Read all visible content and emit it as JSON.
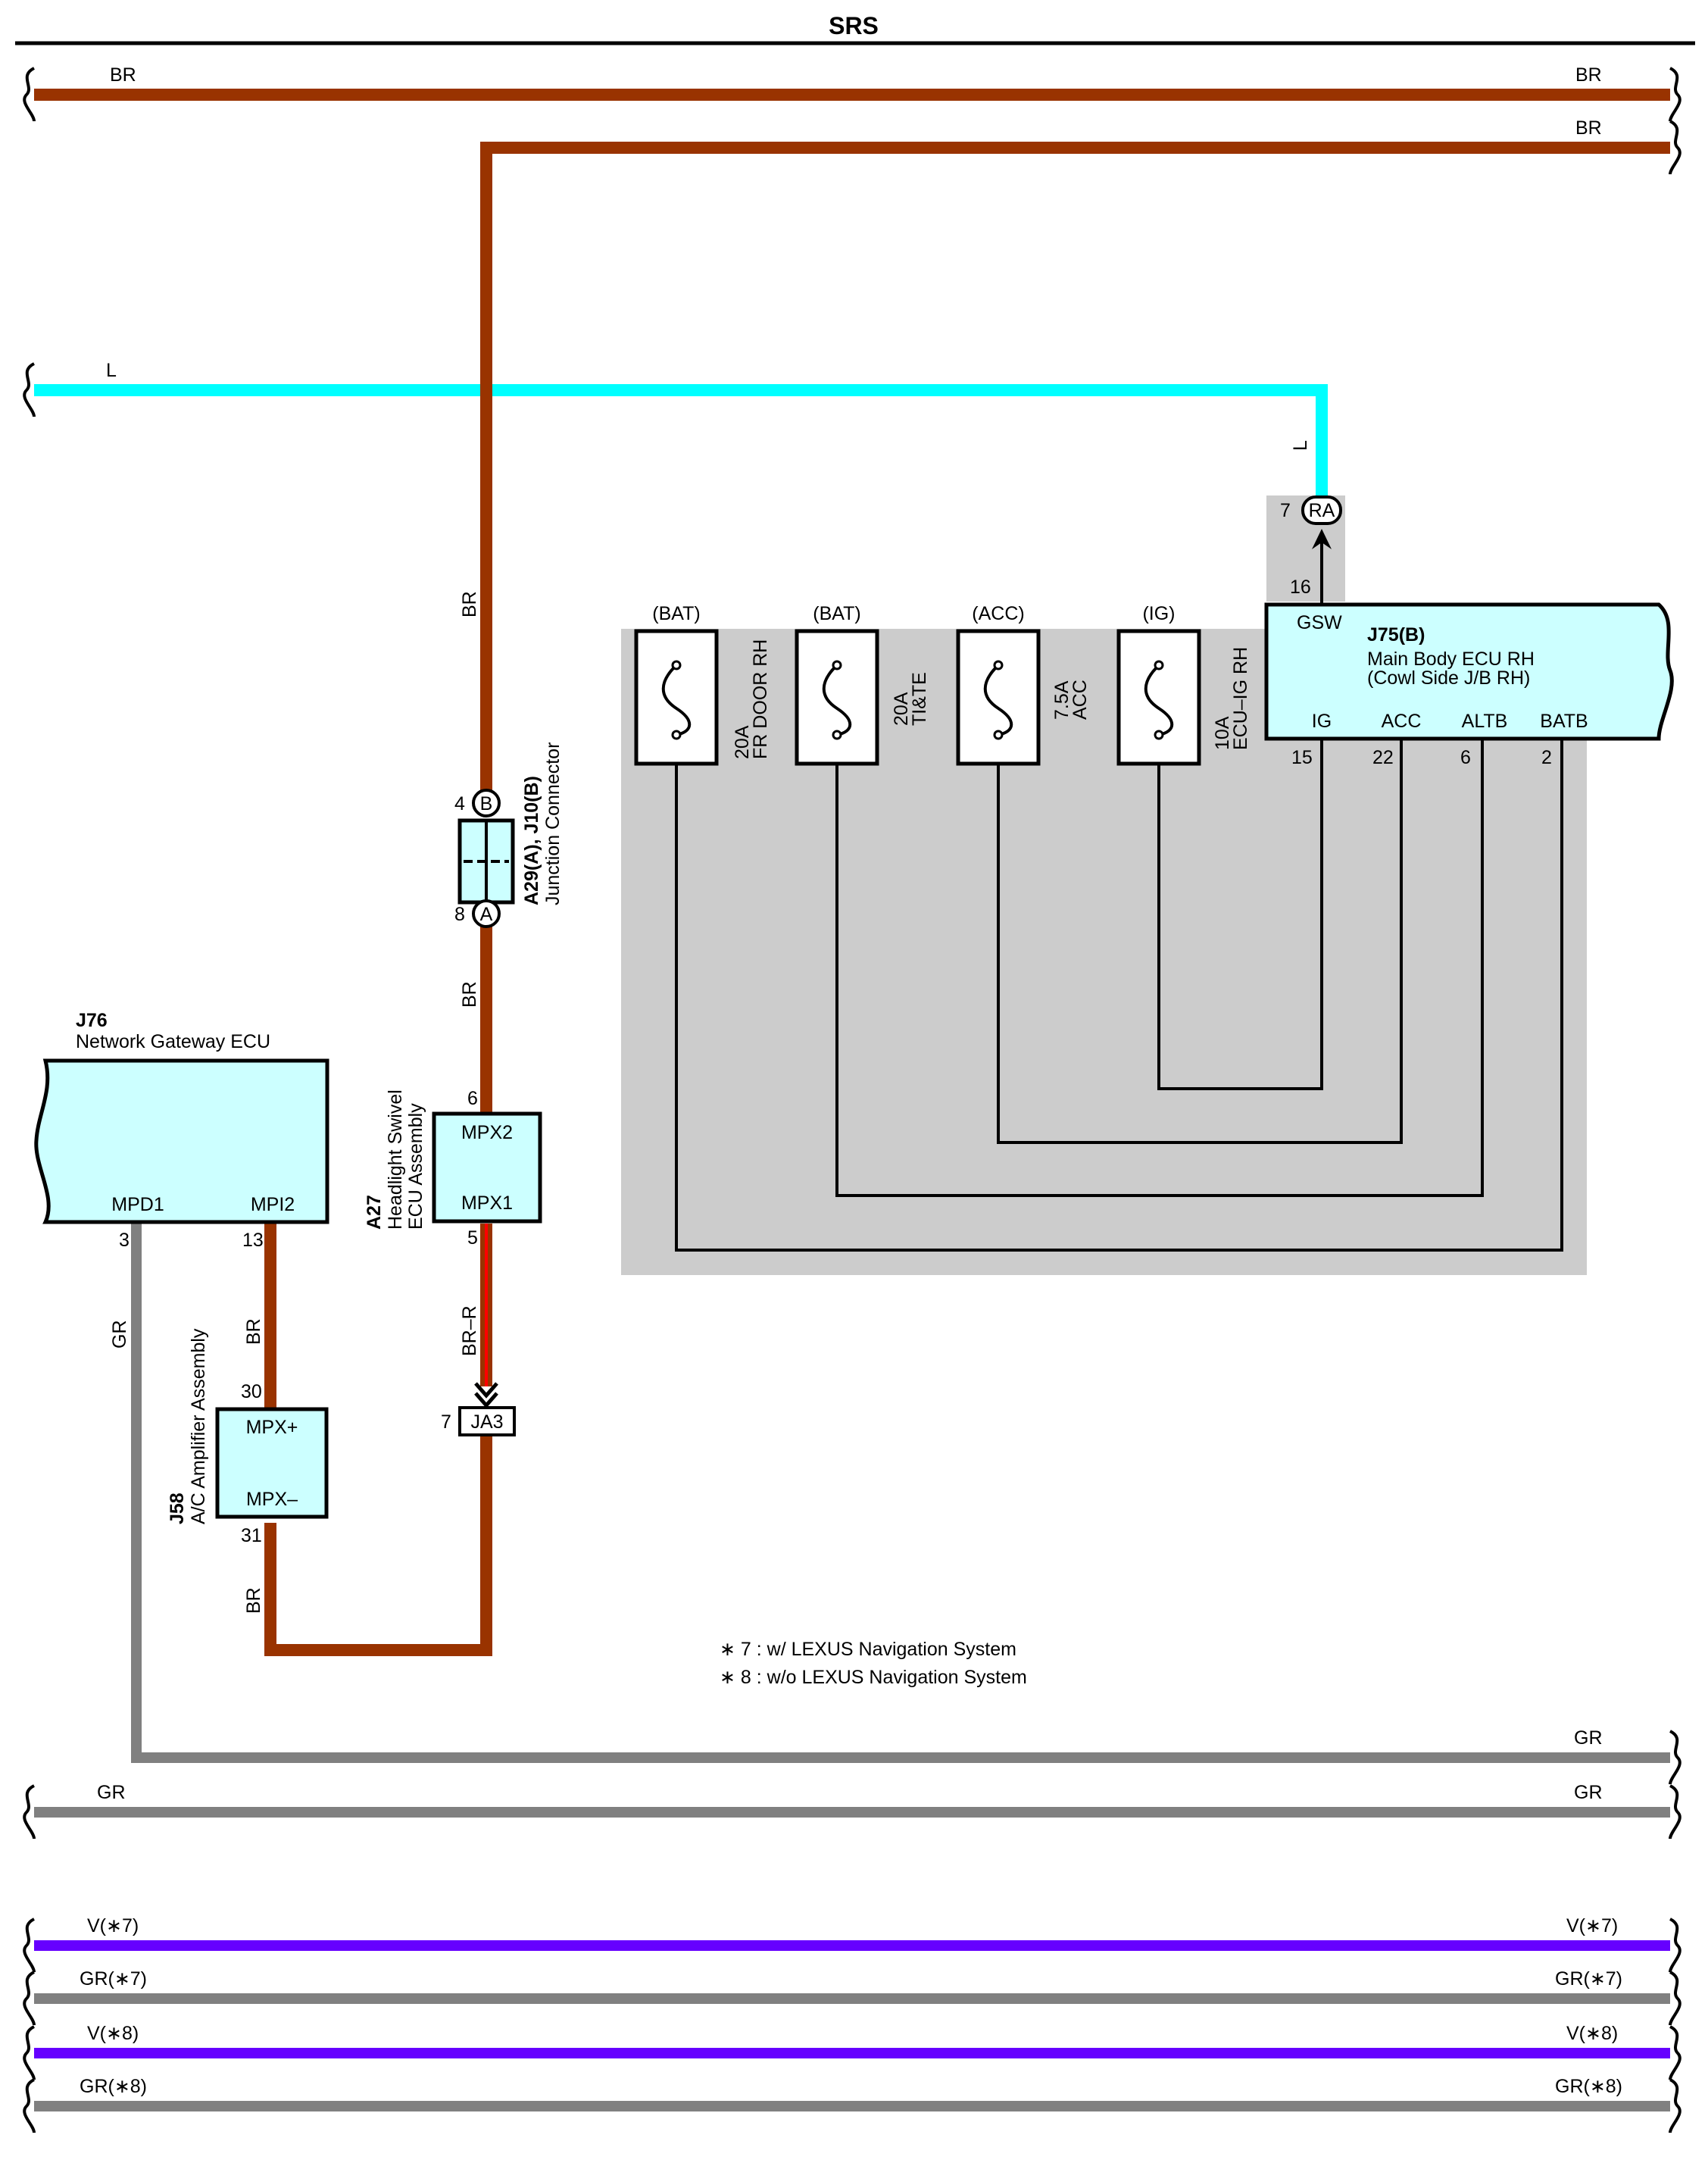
{
  "title": "SRS",
  "colors": {
    "BR": "#993300",
    "L": "#00ffff",
    "GR": "#808080",
    "V": "#6600ff",
    "box_fill": "#ccffff",
    "jb_shade": "#cccccc",
    "br_r_stripe": "#ff0000"
  },
  "wires": {
    "top_br_left": "BR",
    "top_br_right": "BR",
    "second_br_right": "BR",
    "l_left": "L",
    "l_drop": "L",
    "br_vertical_upper": "BR",
    "br_vertical_lower": "BR",
    "br_r": "BR–R",
    "mpi2_br": "BR",
    "mpx_minus_br": "BR",
    "mpd1_gr": "GR",
    "gr_long_right": "GR",
    "gr_bottom_left": "GR",
    "gr_bottom_right": "GR",
    "v7_left": "V(∗7)",
    "v7_right": "V(∗7)",
    "gr7_left": "GR(∗7)",
    "gr7_right": "GR(∗7)",
    "v8_left": "V(∗8)",
    "v8_right": "V(∗8)",
    "gr8_left": "GR(∗8)",
    "gr8_right": "GR(∗8)"
  },
  "connectors": {
    "ra": {
      "label": "RA",
      "pin": "7"
    },
    "ja3": {
      "label": "JA3",
      "pin": "7"
    },
    "jc_b": {
      "label": "B",
      "pin": "4"
    },
    "jc_a": {
      "label": "A",
      "pin": "8"
    }
  },
  "junction_connector": {
    "code": "A29(A), J10(B)",
    "name": "Junction Connector"
  },
  "j75": {
    "code": "J75(B)",
    "name_line1": "Main Body ECU RH",
    "name_line2": "(Cowl Side J/B RH)",
    "gsw": "GSW",
    "gsw_pin": "16",
    "ig": "IG",
    "ig_pin": "15",
    "acc": "ACC",
    "acc_pin": "22",
    "altb": "ALTB",
    "altb_pin": "6",
    "batb": "BATB",
    "batb_pin": "2"
  },
  "fuses": [
    {
      "source": "(BAT)",
      "amp": "20A",
      "name": "FR DOOR RH"
    },
    {
      "source": "(BAT)",
      "amp": "20A",
      "name": "TI&TE"
    },
    {
      "source": "(ACC)",
      "amp": "7.5A",
      "name": "ACC"
    },
    {
      "source": "(IG)",
      "amp": "10A",
      "name": "ECU–IG RH"
    }
  ],
  "j76": {
    "code": "J76",
    "name": "Network Gateway ECU",
    "mpd1": "MPD1",
    "mpd1_pin": "3",
    "mpi2": "MPI2",
    "mpi2_pin": "13"
  },
  "a27": {
    "code": "A27",
    "name_line1": "Headlight Swivel",
    "name_line2": "ECU Assembly",
    "mpx2": "MPX2",
    "mpx2_pin": "6",
    "mpx1": "MPX1",
    "mpx1_pin": "5"
  },
  "j58": {
    "code": "J58",
    "name": "A/C Amplifier Assembly",
    "mpx_plus": "MPX+",
    "mpx_plus_pin": "30",
    "mpx_minus": "MPX–",
    "mpx_minus_pin": "31"
  },
  "notes": [
    "∗ 7 : w/ LEXUS Navigation System",
    "∗ 8 : w/o LEXUS Navigation System"
  ]
}
